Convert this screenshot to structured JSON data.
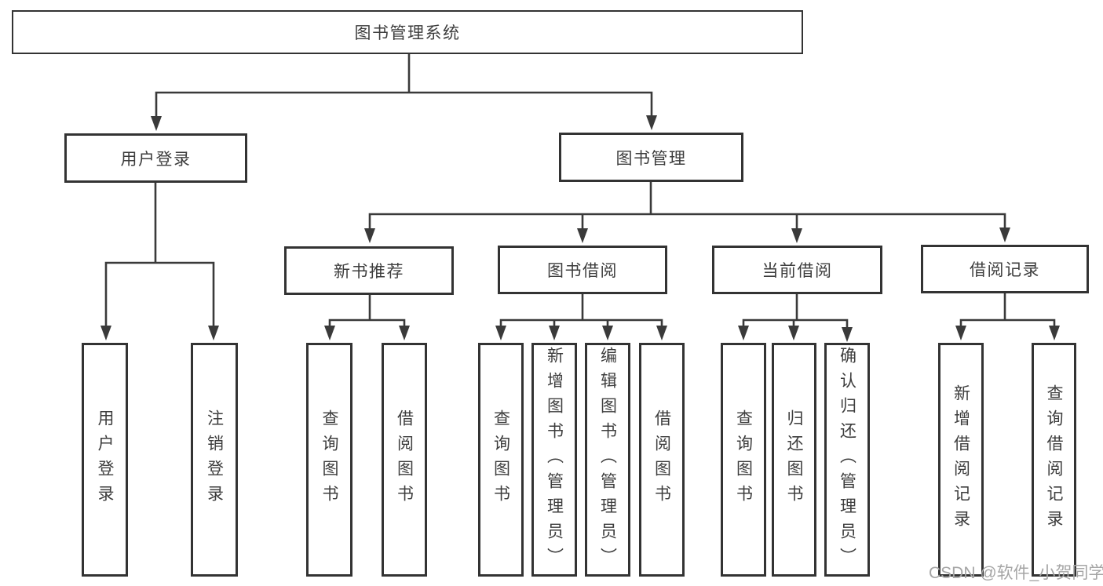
{
  "tree": {
    "root": {
      "label": "图书管理系统"
    },
    "branches": [
      {
        "label": "用户登录",
        "children": [
          {
            "label": "用户登录"
          },
          {
            "label": "注销登录"
          }
        ]
      },
      {
        "label": "图书管理",
        "children": [
          {
            "label": "新书推荐",
            "children": [
              {
                "label": "查询图书"
              },
              {
                "label": "借阅图书"
              }
            ]
          },
          {
            "label": "图书借阅",
            "children": [
              {
                "label": "查询图书"
              },
              {
                "label": "新增图书（管理员）"
              },
              {
                "label": "编辑图书（管理员）"
              },
              {
                "label": "借阅图书"
              }
            ]
          },
          {
            "label": "当前借阅",
            "children": [
              {
                "label": "查询图书"
              },
              {
                "label": "归还图书"
              },
              {
                "label": "确认归还（管理员）"
              }
            ]
          },
          {
            "label": "借阅记录",
            "children": [
              {
                "label": "新增借阅记录"
              },
              {
                "label": "查询借阅记录"
              }
            ]
          }
        ]
      }
    ]
  },
  "watermark": {
    "text": "CSDN @软件_小贺同学"
  },
  "colors": {
    "line": "#3a3a3a",
    "box_border": "#333333",
    "text": "#3d3d3d",
    "watermark": "#a5a5a5",
    "background": "#ffffff"
  }
}
